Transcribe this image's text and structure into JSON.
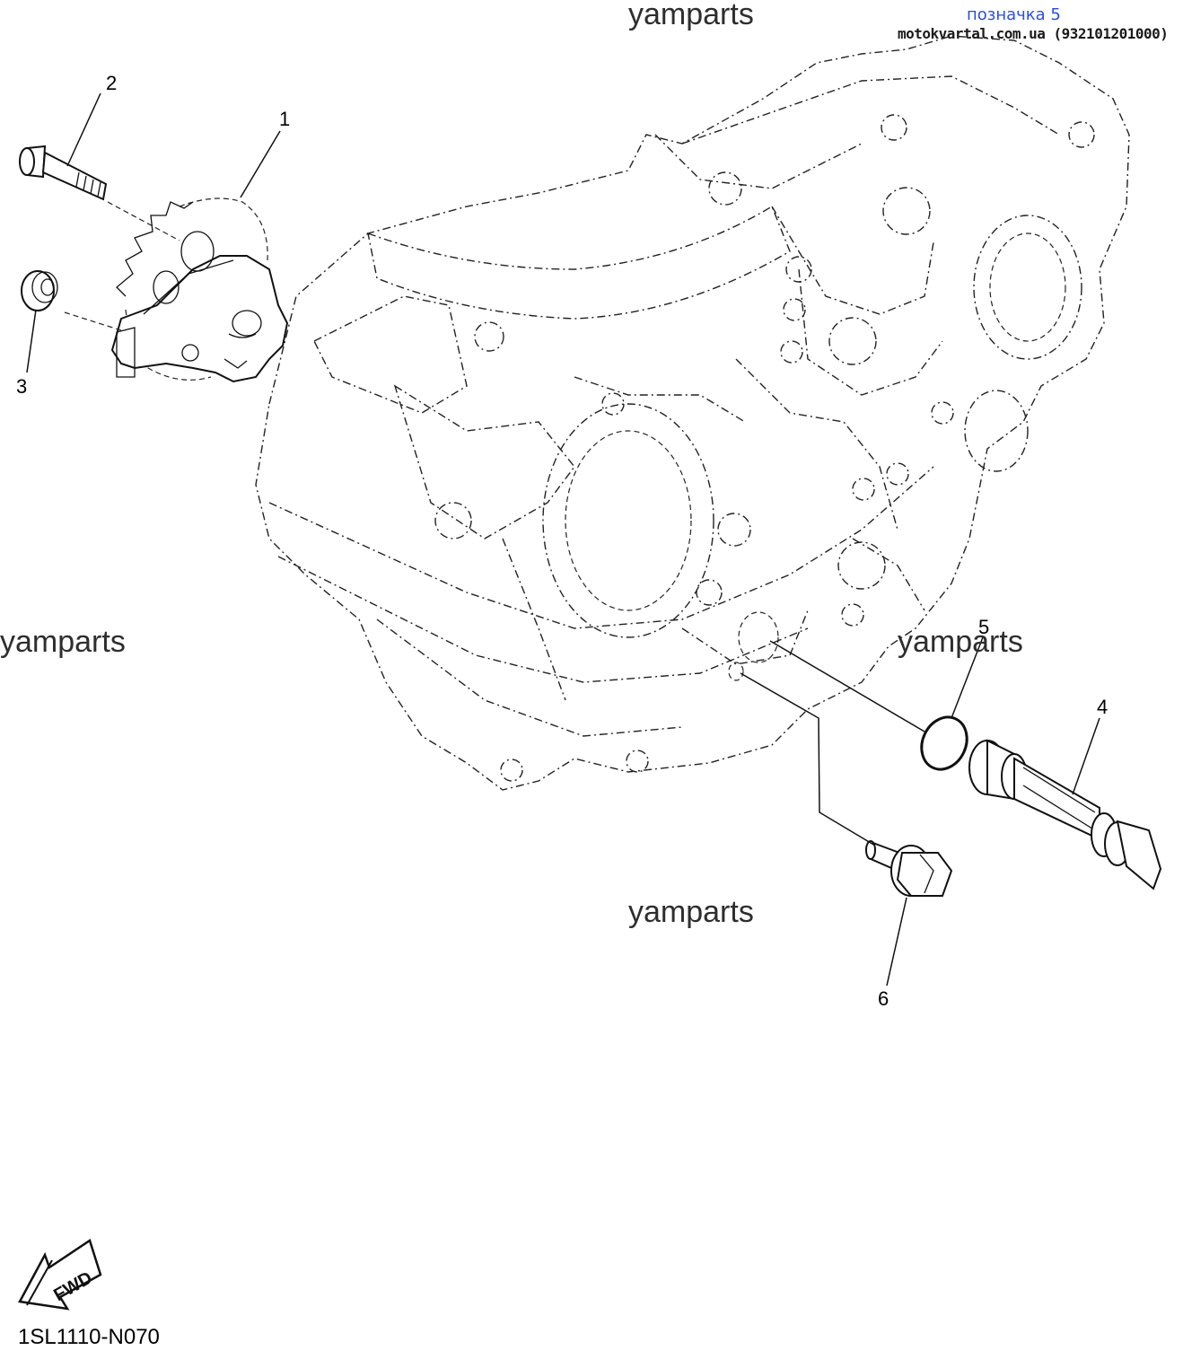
{
  "header": {
    "badge": "позначка 5",
    "site": "motokvartal.com.ua (932101201000)"
  },
  "watermarks": [
    "yamparts",
    "yamparts",
    "yamparts",
    "yamparts"
  ],
  "callouts": [
    "1",
    "2",
    "3",
    "4",
    "5",
    "6"
  ],
  "fwd_label": "FWD",
  "diagram_ref": "1SL1110-N070"
}
